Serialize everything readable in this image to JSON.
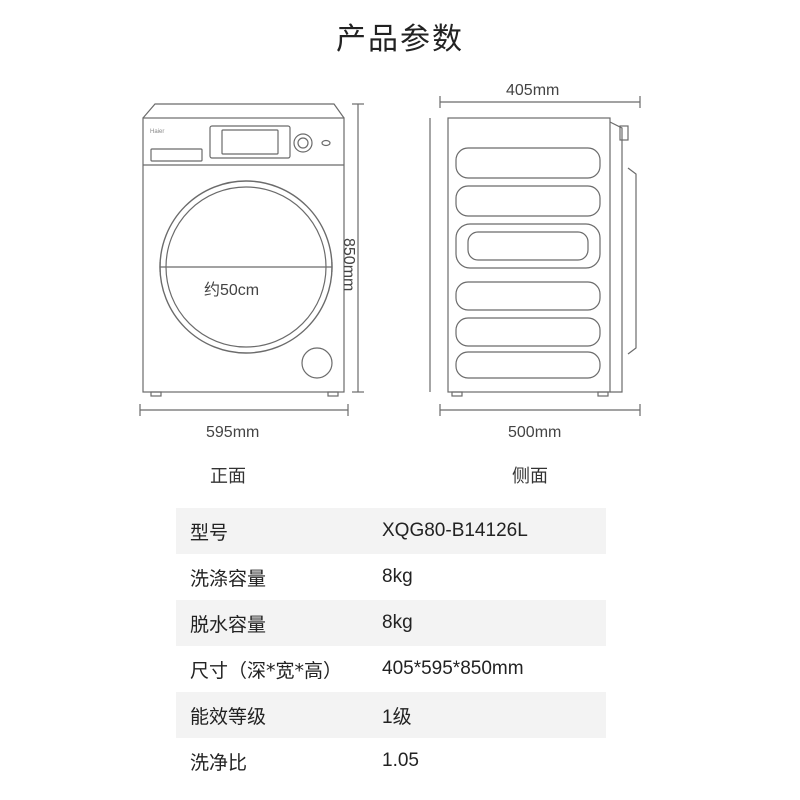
{
  "page_title": "产品参数",
  "front": {
    "width_label": "595mm",
    "height_label": "850mm",
    "door_label": "约50cm",
    "view_label": "正面",
    "brand_text": "Haier"
  },
  "side": {
    "depth_top_label": "405mm",
    "depth_bottom_label": "500mm",
    "view_label": "侧面"
  },
  "specs": [
    {
      "key": "型号",
      "value": "XQG80-B14126L"
    },
    {
      "key": "洗涤容量",
      "value": "8kg"
    },
    {
      "key": "脱水容量",
      "value": "8kg"
    },
    {
      "key": "尺寸（深*宽*高）",
      "value": "405*595*850mm"
    },
    {
      "key": "能效等级",
      "value": "1级"
    },
    {
      "key": "洗净比",
      "value": "1.05"
    }
  ],
  "colors": {
    "line": "#6b6b6b",
    "shade": "#f3f3f3"
  }
}
